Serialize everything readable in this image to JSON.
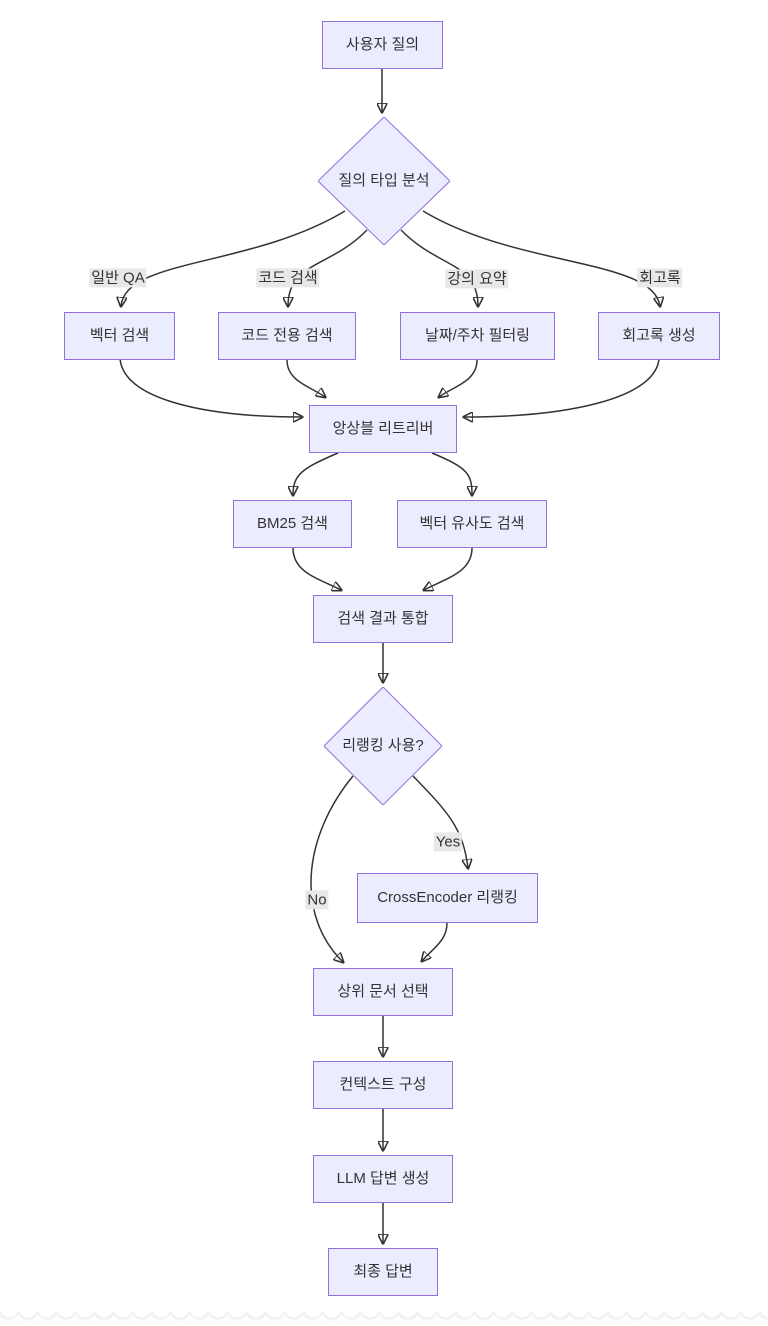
{
  "diagram": {
    "type": "flowchart",
    "direction": "top-down",
    "colors": {
      "background": "#ffffff",
      "node_fill": "#ECECFF",
      "node_border": "#9370DB",
      "edge_stroke": "#333333",
      "edge_label_bg": "#e8e8e8",
      "text": "#333333"
    },
    "nodes": {
      "user_query": "사용자 질의",
      "query_type_analysis": "질의 타입 분석",
      "vector_search": "벡터 검색",
      "code_only_search": "코드 전용 검색",
      "date_week_filtering": "날짜/주차 필터링",
      "retrospective_generation": "회고록 생성",
      "ensemble_retriever": "앙상블 리트리버",
      "bm25_search": "BM25 검색",
      "vector_similarity_search": "벡터 유사도 검색",
      "search_result_merge": "검색 결과 통합",
      "use_reranking": "리랭킹 사용?",
      "crossencoder_rerank": "CrossEncoder 리랭킹",
      "top_document_selection": "상위 문서 선택",
      "context_composition": "컨텍스트 구성",
      "llm_answer_generation": "LLM 답변 생성",
      "final_answer": "최종 답변"
    },
    "edge_labels": {
      "general_qa": "일반 QA",
      "code_search": "코드 검색",
      "lecture_summary": "강의 요약",
      "retrospective": "회고록",
      "yes": "Yes",
      "no": "No"
    }
  }
}
